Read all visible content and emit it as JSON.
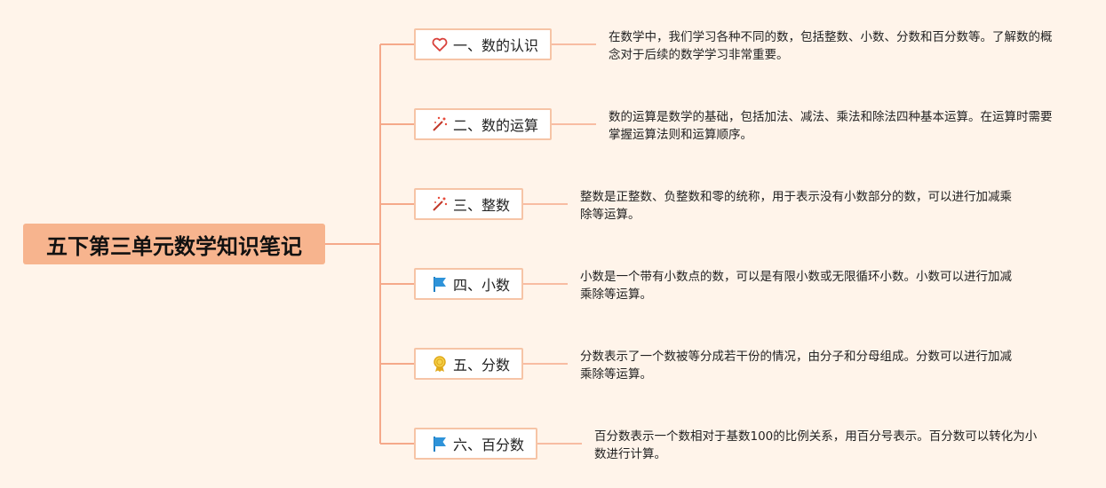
{
  "root": {
    "label": "五下第三单元数学知识笔记"
  },
  "topics": [
    {
      "label": "一、数的认识",
      "icon": "heart-icon",
      "description": "在数学中，我们学习各种不同的数，包括整数、小数、分数和百分数等。了解数的概念对于后续的数学学习非常重要。"
    },
    {
      "label": "二、数的运算",
      "icon": "sparkle-icon",
      "description": "数的运算是数学的基础，包括加法、减法、乘法和除法四种基本运算。在运算时需要掌握运算法则和运算顺序。"
    },
    {
      "label": "三、整数",
      "icon": "sparkle-icon",
      "description": "整数是正整数、负整数和零的统称，用于表示没有小数部分的数，可以进行加减乘除等运算。"
    },
    {
      "label": "四、小数",
      "icon": "flag-icon",
      "description": "小数是一个带有小数点的数，可以是有限小数或无限循环小数。小数可以进行加减乘除等运算。"
    },
    {
      "label": "五、分数",
      "icon": "medal-icon",
      "description": "分数表示了一个数被等分成若干份的情况，由分子和分母组成。分数可以进行加减乘除等运算。"
    },
    {
      "label": "六、百分数",
      "icon": "flag-icon",
      "description": "百分数表示一个数相对于基数100的比例关系，用百分号表示。百分数可以转化为小数进行计算。"
    }
  ],
  "colors": {
    "background": "#fff4ea",
    "root": "#f7b48e",
    "line": "#f5a98a",
    "node_border": "#f6c4a6"
  }
}
